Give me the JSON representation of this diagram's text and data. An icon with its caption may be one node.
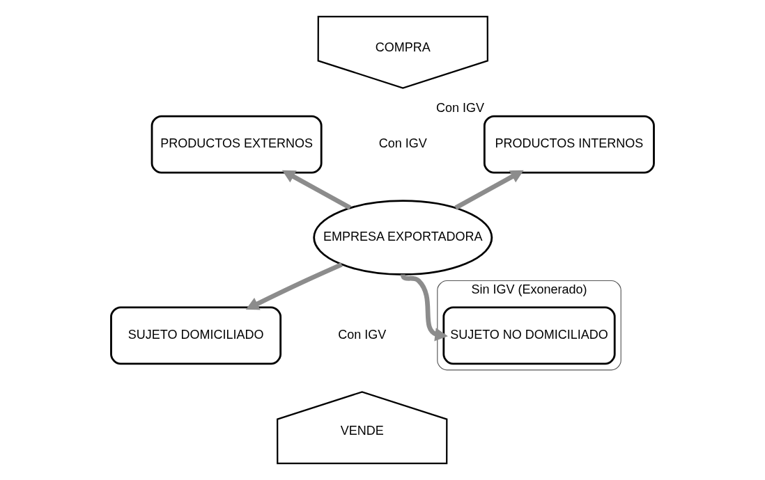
{
  "diagram": {
    "nodes": [
      {
        "text": [
          "COMPRA"
        ]
      },
      {
        "text": [
          "PRODUCTOS EXTERNOS"
        ]
      },
      {
        "text": [
          "PRODUCTOS INTERNOS"
        ],
        "beside": [
          "Con IGV"
        ]
      },
      {
        "text": [
          "EMPRESA EXPORTADORA"
        ]
      },
      {
        "text": [
          "Sin IGV (Exonerado)"
        ]
      },
      {
        "text": [
          "SUJETO DOMICILIADO"
        ]
      },
      {
        "text": [
          "SUJETO NO DOMICILIADO"
        ],
        "in": 4
      },
      {
        "text": [
          "VENDE"
        ]
      }
    ],
    "edges": [
      {
        "from": 3,
        "to": 1,
        "arrow": "to"
      },
      {
        "from": 3,
        "to": 2,
        "arrow": "to"
      },
      {
        "from": 3,
        "to": 5,
        "arrow": "to"
      },
      {
        "from": 3,
        "to": 6,
        "arrow": "to"
      }
    ],
    "labels": [
      "Con IGV",
      "Con IGV"
    ]
  }
}
